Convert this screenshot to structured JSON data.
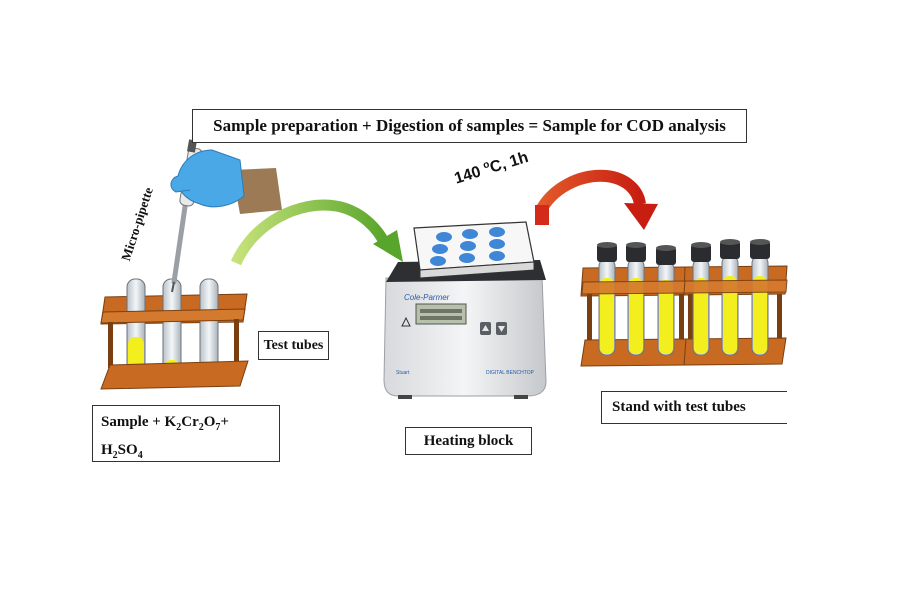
{
  "title": "Sample preparation + Digestion of samples =  Sample for COD analysis",
  "labels": {
    "test_tubes": "Test tubes",
    "heating_block": "Heating block",
    "stand": "Stand with test tubes",
    "micropipette": "Micro-pipette",
    "condition_prefix": "140 ",
    "condition_sup": "o",
    "condition_suffix": "C, 1h",
    "reagent_line1_prefix": "Sample + K",
    "reagent_sub1": "2",
    "reagent_mid1": "Cr",
    "reagent_sub2": "2",
    "reagent_mid2": "O",
    "reagent_sub3": "7",
    "reagent_end": "+",
    "reagent_line2_prefix": "H",
    "reagent_sub4": "2",
    "reagent_line2_mid": "SO",
    "reagent_sub5": "4"
  },
  "device": {
    "brand": "Cole-Parmer",
    "model_text": "Cole-Parmer",
    "footer_right": "DIGITAL BENCHTOP",
    "footer_left": "Stuart"
  },
  "colors": {
    "rack_wood": "#c86a22",
    "liquid_yellow": "#f3ee1e",
    "arrow_green": "#7cbc3a",
    "arrow_red": "#d42a1a",
    "well_blue": "#3f86d6",
    "glove_blue": "#4aa8e6"
  }
}
